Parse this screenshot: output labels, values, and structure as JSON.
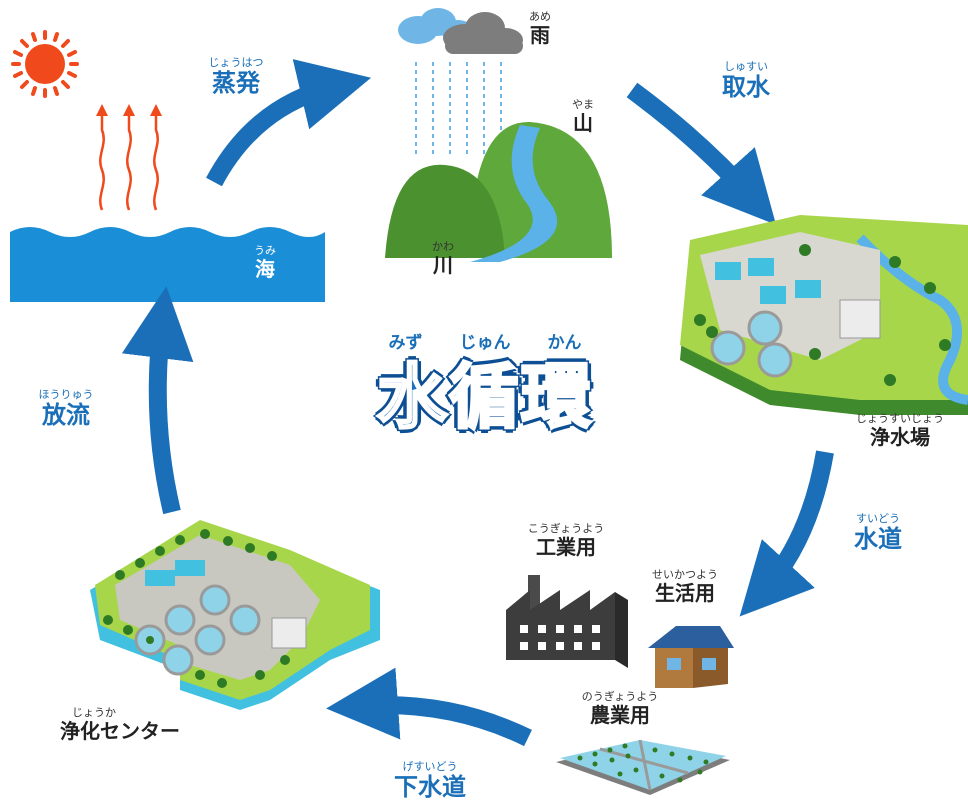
{
  "title": {
    "ruby": [
      "みず",
      "じゅん",
      "かん"
    ],
    "text": "水循環"
  },
  "labels": {
    "evaporation": {
      "ruby": "じょうはつ",
      "text": "蒸発"
    },
    "rain": {
      "ruby": "あめ",
      "text": "雨"
    },
    "mountain": {
      "ruby": "やま",
      "text": "山"
    },
    "river": {
      "ruby": "かわ",
      "text": "川"
    },
    "intake": {
      "ruby": "しゅすい",
      "text": "取水"
    },
    "sea": {
      "ruby": "うみ",
      "text": "海"
    },
    "purification_plant": {
      "ruby": "じょうすいじょう",
      "text": "浄水場"
    },
    "water_supply": {
      "ruby": "すいどう",
      "text": "水道"
    },
    "industrial": {
      "ruby": "こうぎょうよう",
      "text": "工業用"
    },
    "domestic": {
      "ruby": "せいかつよう",
      "text": "生活用"
    },
    "agricultural": {
      "ruby": "のうぎょうよう",
      "text": "農業用"
    },
    "sewer": {
      "ruby": "げすいどう",
      "text": "下水道"
    },
    "treatment_center": {
      "ruby": "じょうか",
      "text": "浄化センター"
    },
    "discharge": {
      "ruby": "ほうりゅう",
      "text": "放流"
    }
  },
  "colors": {
    "arrow": "#1a6fb8",
    "sea": "#1b8ed8",
    "sun": "#f04a1c",
    "mountain_green": "#5fa83b",
    "river_blue": "#5ab2e8"
  },
  "icons": [
    "sun-icon",
    "cloud-icon",
    "mountain-icon",
    "factory-icon",
    "house-icon",
    "farm-field-icon",
    "plant-icon"
  ]
}
